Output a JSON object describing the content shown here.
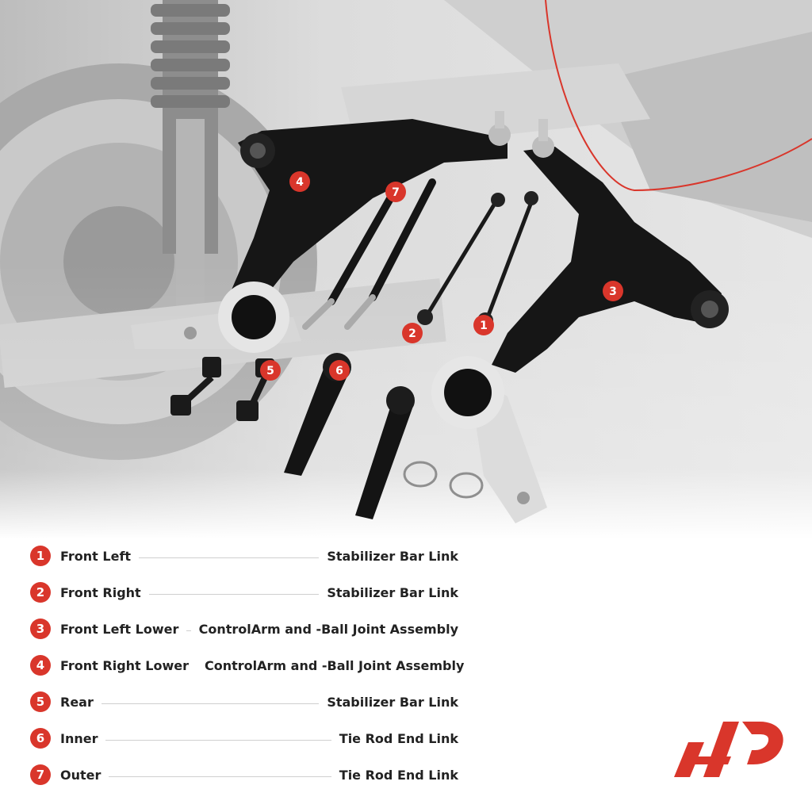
{
  "colors": {
    "accent": "#d9362b",
    "text": "#222222",
    "rule": "#cfcfcf"
  },
  "callouts": [
    {
      "number": "1"
    },
    {
      "number": "2"
    },
    {
      "number": "3"
    },
    {
      "number": "4"
    },
    {
      "number": "5"
    },
    {
      "number": "6"
    },
    {
      "number": "7"
    }
  ],
  "legend": [
    {
      "number": "1",
      "position": "Front Left",
      "part": "Stabilizer Bar Link"
    },
    {
      "number": "2",
      "position": "Front Right",
      "part": "Stabilizer Bar Link"
    },
    {
      "number": "3",
      "position": "Front Left Lower",
      "part": "ControlArm and -Ball Joint Assembly"
    },
    {
      "number": "4",
      "position": "Front Right Lower",
      "part": "ControlArm and -Ball Joint Assembly"
    },
    {
      "number": "5",
      "position": "Rear",
      "part": "Stabilizer Bar Link"
    },
    {
      "number": "6",
      "position": "Inner",
      "part": "Tie Rod End Link"
    },
    {
      "number": "7",
      "position": "Outer",
      "part": "Tie Rod End Link"
    }
  ],
  "logo": {
    "name": "a-premium-logo"
  }
}
